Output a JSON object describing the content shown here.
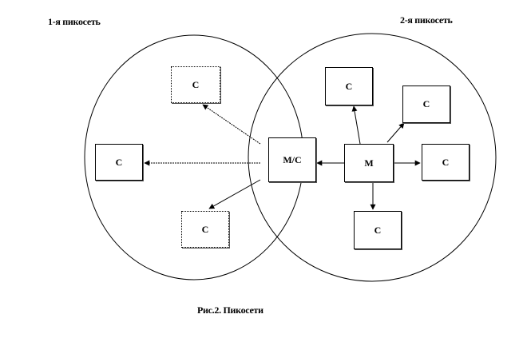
{
  "labels": {
    "piconet1": "1-я пикосеть",
    "piconet2": "2-я пикосеть",
    "caption": "Рис.2. Пикосети"
  },
  "nodes": {
    "c_top_left": "C",
    "c_left": "C",
    "c_bottom_left": "C",
    "bridge": "M/C",
    "master": "M",
    "c_top": "C",
    "c_top_right": "C",
    "c_right": "C",
    "c_bottom": "C"
  },
  "colors": {
    "line": "#000000",
    "background": "#ffffff"
  }
}
